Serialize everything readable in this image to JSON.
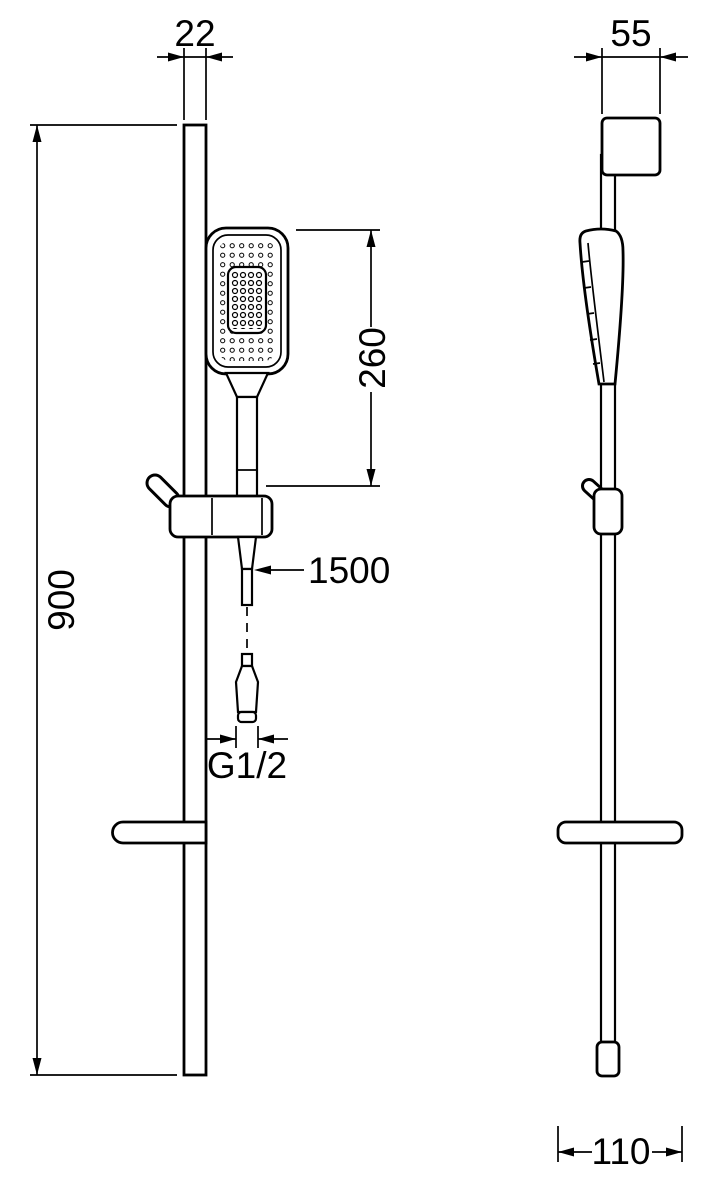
{
  "colors": {
    "line": "#000000",
    "background": "#ffffff"
  },
  "dimensions": {
    "rail_width": "22",
    "wall_offset": "55",
    "rail_height": "900",
    "hand_shower_length": "260",
    "hose_length": "1500",
    "thread": "G1/2",
    "shelf_depth": "110"
  }
}
